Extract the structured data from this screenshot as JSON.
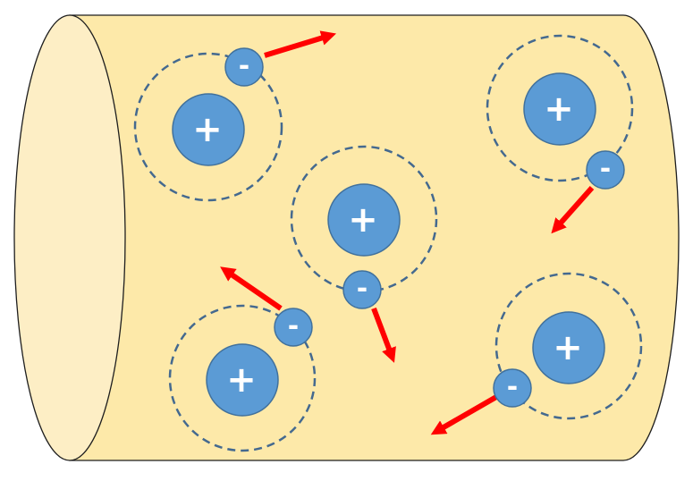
{
  "colors": {
    "cylinder_body": "#fde9a9",
    "cylinder_end": "#fdeec5",
    "outline": "#1e1e1e",
    "nucleus": "#5b9bd5",
    "nucleus_stroke": "#41719c",
    "orbit": "#44698f",
    "arrow": "#ff0000",
    "sign": "#ffffff"
  },
  "signs": {
    "positive": "+",
    "negative": "-"
  },
  "atoms": [
    {
      "id": "atom-1",
      "electron_direction": "up-right"
    },
    {
      "id": "atom-2",
      "electron_direction": "down-left"
    },
    {
      "id": "atom-3",
      "electron_direction": "down"
    },
    {
      "id": "atom-4",
      "electron_direction": "up-left"
    },
    {
      "id": "atom-5",
      "electron_direction": "down-left"
    }
  ]
}
